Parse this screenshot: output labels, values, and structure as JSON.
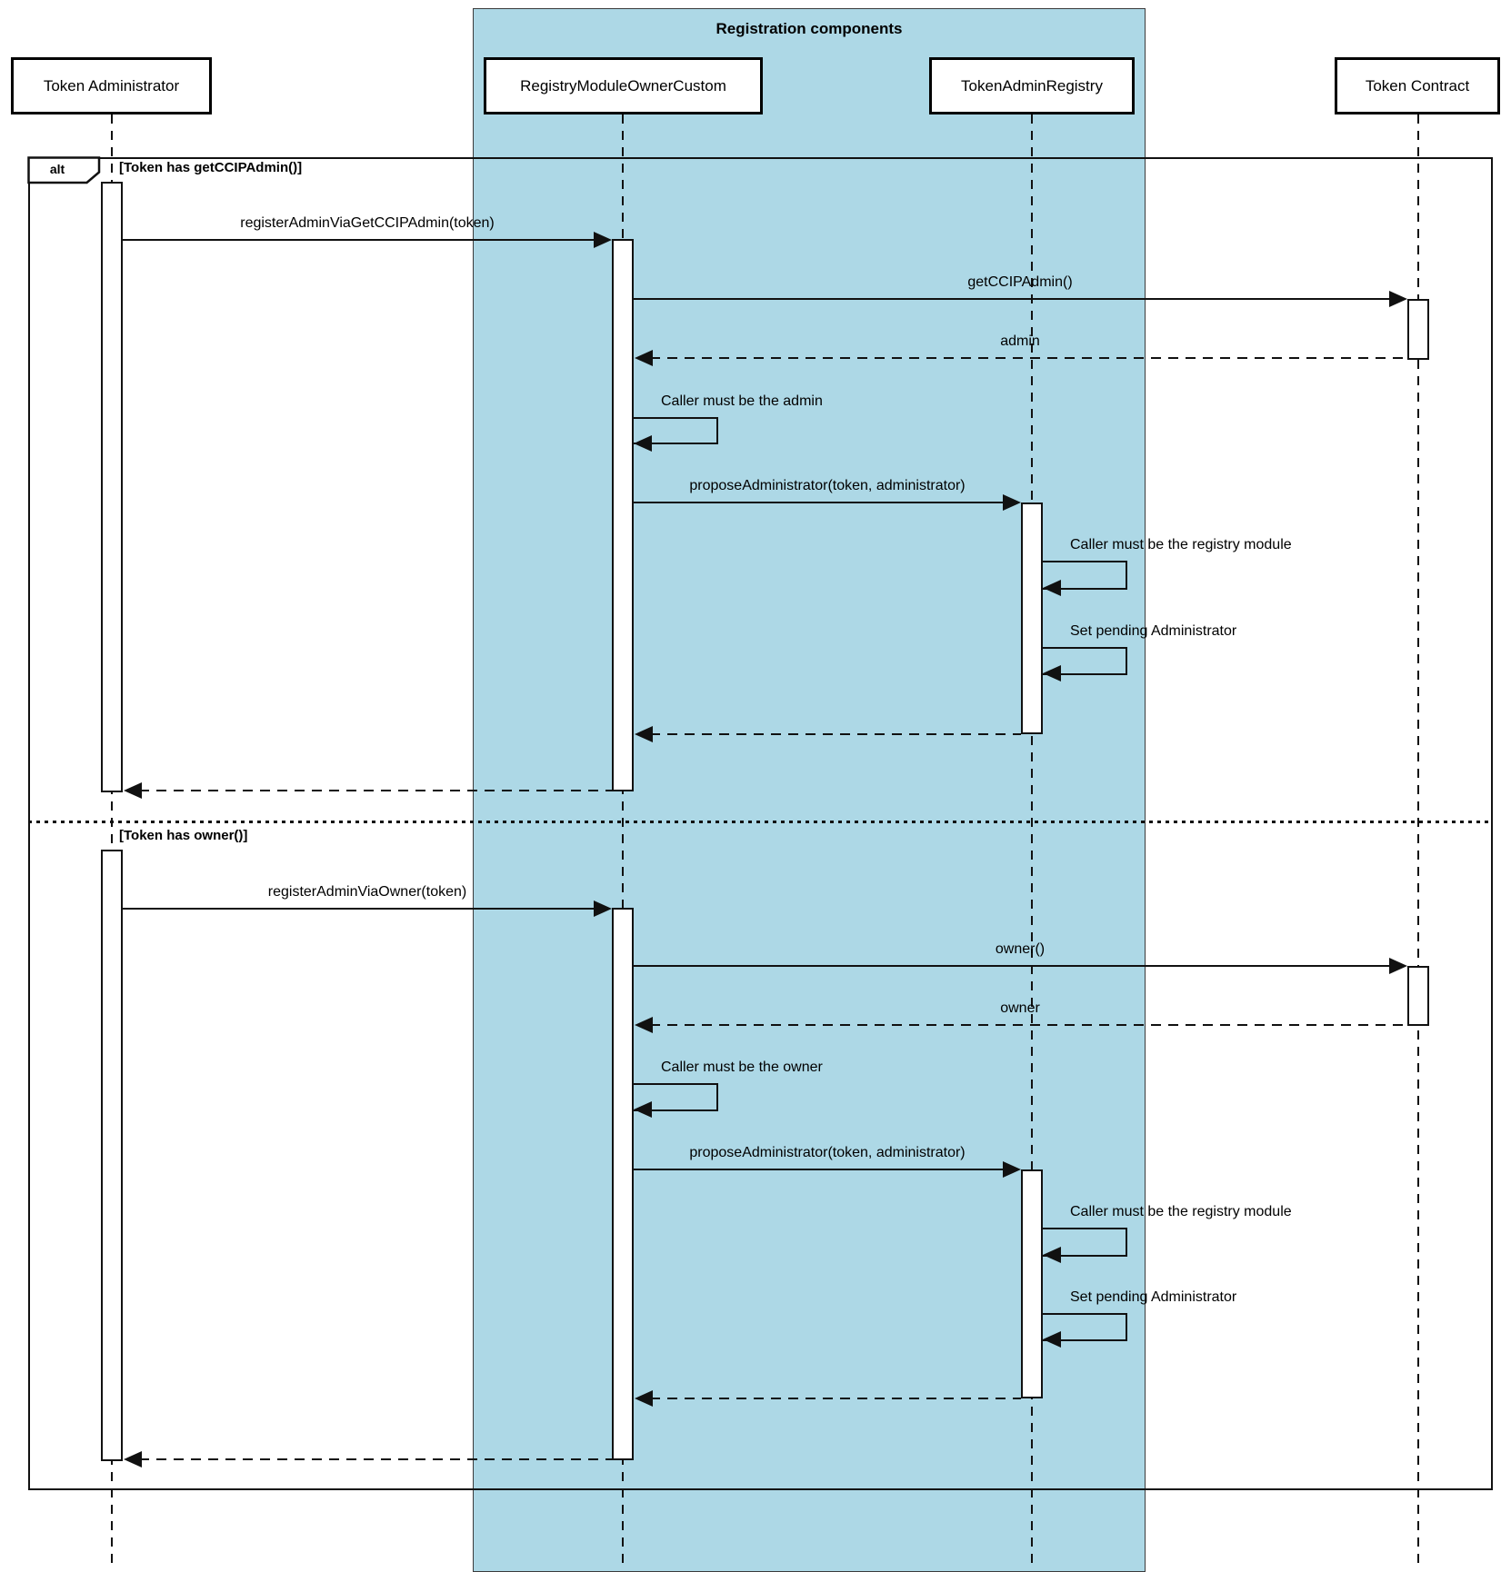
{
  "group": {
    "title": "Registration components",
    "fill_color": "#ADD8E6"
  },
  "frame": {
    "operator": "alt",
    "condition1": "[Token has getCCIPAdmin()]",
    "condition2": "[Token has owner()]"
  },
  "participants": {
    "token_administrator": "Token Administrator",
    "registry_module_owner_custom": "RegistryModuleOwnerCustom",
    "token_admin_registry": "TokenAdminRegistry",
    "token_contract": "Token Contract"
  },
  "section1": {
    "register": "registerAdminViaGetCCIPAdmin(token)",
    "get_ccip_admin": "getCCIPAdmin()",
    "admin_return": "admin",
    "caller_must_be_admin": "Caller must be the admin",
    "propose_administrator": "proposeAdministrator(token, administrator)",
    "caller_must_be_registry": "Caller must be the registry module",
    "set_pending_administrator": "Set pending Administrator"
  },
  "section2": {
    "register": "registerAdminViaOwner(token)",
    "owner_call": "owner()",
    "owner_return": "owner",
    "caller_must_be_owner": "Caller must be the owner",
    "propose_administrator": "proposeAdministrator(token, administrator)",
    "caller_must_be_registry": "Caller must be the registry module",
    "set_pending_administrator": "Set pending Administrator"
  },
  "colors": {
    "stroke": "#111111",
    "participant_fill": "#ffffff"
  }
}
